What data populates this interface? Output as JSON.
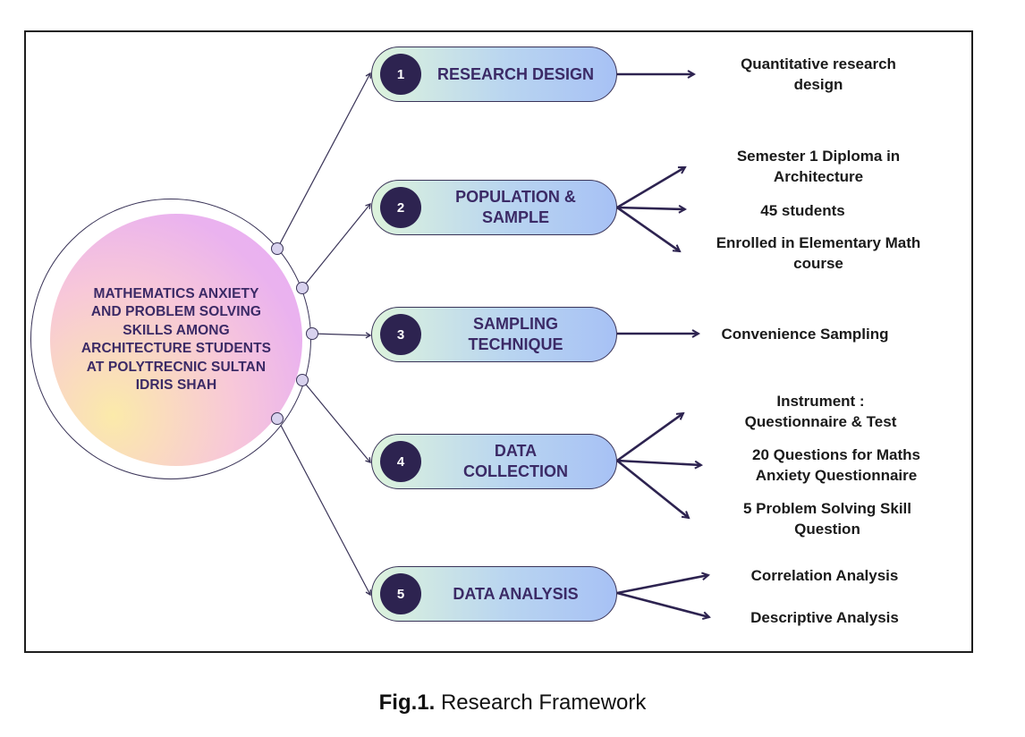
{
  "hub": {
    "title": "MATHEMATICS ANXIETY AND PROBLEM SOLVING SKILLS AMONG ARCHITECTURE STUDENTS AT POLYTRECNIC SULTAN IDRIS SHAH"
  },
  "steps": [
    {
      "number": "1",
      "label": "RESEARCH DESIGN",
      "outputs": [
        "Quantitative research\ndesign"
      ]
    },
    {
      "number": "2",
      "label": "POPULATION &\nSAMPLE",
      "outputs": [
        "Semester 1 Diploma in\nArchitecture",
        "45 students",
        "Enrolled in Elementary Math\ncourse"
      ]
    },
    {
      "number": "3",
      "label": "SAMPLING\nTECHNIQUE",
      "outputs": [
        "Convenience Sampling"
      ]
    },
    {
      "number": "4",
      "label": "DATA\nCOLLECTION",
      "outputs": [
        "Instrument :\nQuestionnaire & Test",
        "20 Questions for Maths\nAnxiety Questionnaire",
        "5 Problem Solving Skill\nQuestion"
      ]
    },
    {
      "number": "5",
      "label": "DATA ANALYSIS",
      "outputs": [
        "Correlation Analysis",
        "Descriptive Analysis"
      ]
    }
  ],
  "caption": {
    "prefix": "Fig.1.",
    "text": "Research Framework"
  },
  "colors": {
    "dark_purple": "#2d2350",
    "text_purple": "#3b2a66",
    "pill_start": "#ddf3dc",
    "pill_end": "#a7c1f5"
  }
}
